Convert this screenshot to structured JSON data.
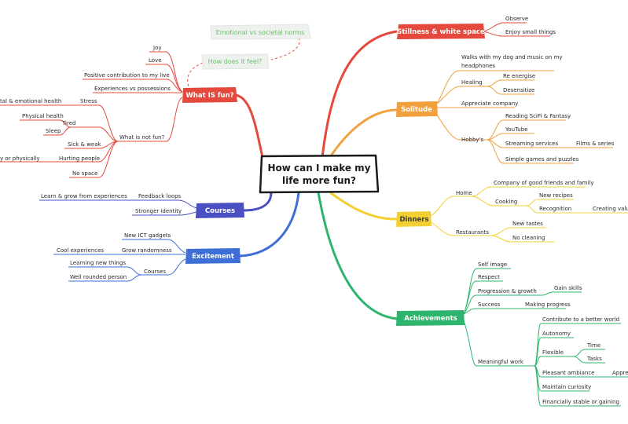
{
  "central": "How can I make my life more fun?",
  "notes": {
    "societal": "Emotional vs societal norms",
    "feel": "How does it feel?"
  },
  "branches": {
    "stillness": {
      "label": "Stillness & white space",
      "color": "#e5483c",
      "items": {
        "observe": "Observe",
        "enjoy": "Enjoy small things"
      }
    },
    "solitude": {
      "label": "Solitude",
      "color": "#f2a03c",
      "items": {
        "walks1": "Walks with my dog and music on my",
        "walks2": "headphones",
        "healing": "Healing",
        "reenergise": "Re energise",
        "desensitize": "Desensitize",
        "appreciate": "Appreciate company",
        "hobbys": "Hobby's",
        "reading": "Reading SciFi & Fantasy",
        "youtube": "YouTube",
        "streaming": "Streaming services",
        "films": "Films & series",
        "games": "Simple games and puzzles"
      }
    },
    "dinners": {
      "label": "Dinners",
      "color": "#f2d033",
      "items": {
        "home": "Home",
        "company": "Company of good friends and family",
        "cooking": "Cooking",
        "recipes": "New recipes",
        "recognition": "Recognition",
        "creating": "Creating value",
        "restaurants": "Restaurants",
        "tastes": "New tastes",
        "nocleaning": "No cleaning"
      }
    },
    "achievements": {
      "label": "Achievements",
      "color": "#2db56d",
      "items": {
        "selfimage": "Self image",
        "respect": "Respect",
        "progression": "Progression & growth",
        "gainskills": "Gain skills",
        "success": "Success",
        "making": "Making progress",
        "meaningful": "Meaningful work",
        "contribute": "Contribute to a better world",
        "autonomy": "Autonomy",
        "flexible": "Flexible",
        "time": "Time",
        "tasks": "Tasks",
        "pleasant": "Pleasant ambiance",
        "appre": "Appre",
        "curiosity": "Maintain curiosity",
        "financial": "Financially stable or gaining"
      }
    },
    "whatfun": {
      "label": "What IS fun?",
      "color": "#e5483c",
      "items": {
        "joy": "Joy",
        "love": "Love",
        "positive": "Positive contribution to my live",
        "experiences": "Experiences vs possessions",
        "stress": "Stress",
        "mental": "tal & emotional health",
        "physical": "Physical health",
        "tired": "Tired",
        "sleep": "Sleep",
        "notfun": "What is not fun?",
        "sick": "Sick & weak",
        "hurtingcut": "y or physically",
        "hurting": "Hurting people",
        "nospace": "No space"
      }
    },
    "courses": {
      "label": "Courses",
      "color": "#4a4fc4",
      "items": {
        "feedback": "Feedback loops",
        "learn": "Learn & grow from experiences",
        "identity": "Stronger identity"
      }
    },
    "excitement": {
      "label": "Excitement",
      "color": "#3d6fd6",
      "items": {
        "ict": "New ICT gadgets",
        "randomness": "Grow randomness",
        "cool": "Cool experiences",
        "courses": "Courses",
        "learning": "Learning new things",
        "rounded": "Well rounded person"
      }
    }
  }
}
